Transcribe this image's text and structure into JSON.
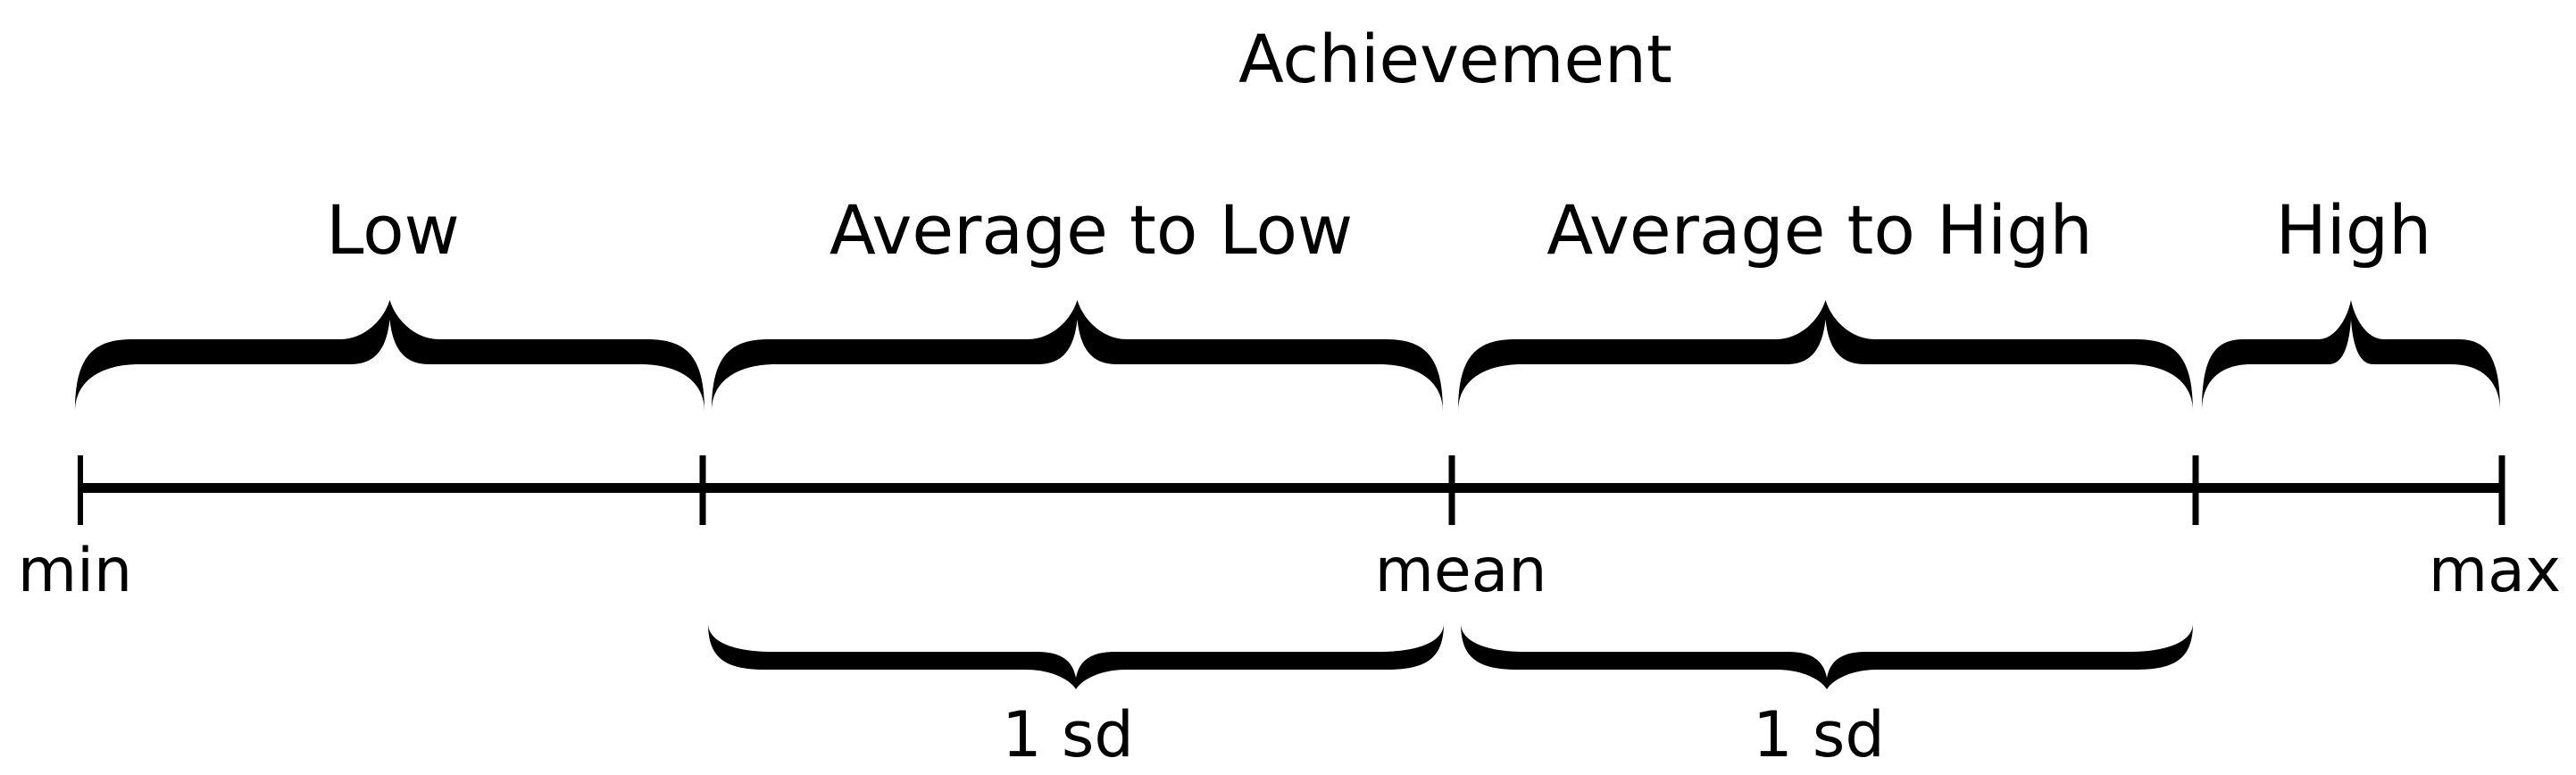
{
  "title": "Achievement",
  "regions": [
    {
      "label": "Low"
    },
    {
      "label": "Average to Low"
    },
    {
      "label": "Average to High"
    },
    {
      "label": "High"
    }
  ],
  "axis": {
    "min_label": "min",
    "mean_label": "mean",
    "max_label": "max"
  },
  "sd_annotations": [
    {
      "label": "1 sd"
    },
    {
      "label": "1 sd"
    }
  ],
  "colors": {
    "ink": "#000000",
    "background": "#ffffff"
  }
}
